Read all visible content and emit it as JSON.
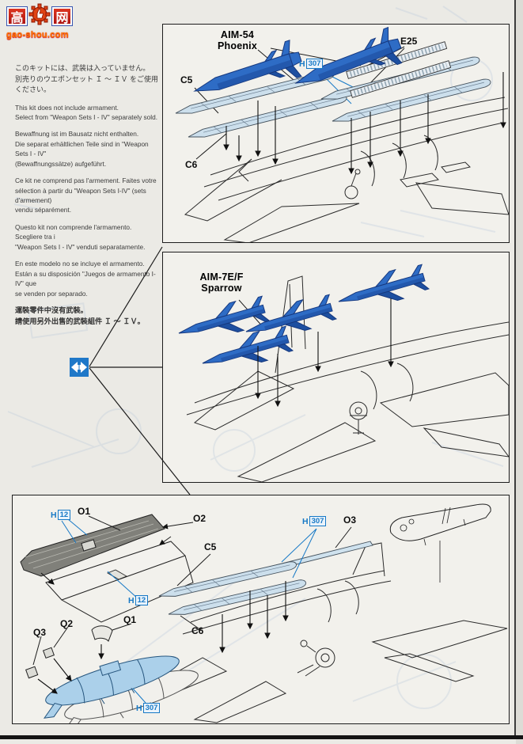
{
  "logo": {
    "char_left": "高",
    "char_right": "网",
    "domain": "gao-shou.com"
  },
  "notes": {
    "jp1": "このキットには、武装は入っていません。",
    "jp2": "別売りのウエポンセット Ｉ ～ ＩＶ をご使用ください。",
    "en1": "This kit does not include armament.",
    "en2": "Select from \"Weapon Sets I - IV\" separately  sold.",
    "de1": "Bewaffnung ist im Bausatz nicht enthalten.",
    "de2": "Die separat erhältlichen Teile sind in \"Weapon Sets I - IV\"",
    "de3": "(Bewaffnungssätze) aufgeführt.",
    "fr1": "Ce kit ne comprend pas l'armement. Faites votre",
    "fr2": "sélection à partir du \"Weapon Sets I-IV\" (sets d'armement)",
    "fr3": "vendu séparément.",
    "it1": "Questo kit non comprende l'armamento.    Scegliere tra i",
    "it2": "\"Weapon Sets I - IV\" venduti separatamente.",
    "es1": "En este modelo no se incluye el armamento.",
    "es2": "Están a su disposición \"Juegos de armamento I-IV\" que",
    "es3": "se venden por separado.",
    "zh1": "運裝零件中沒有武裝。",
    "zh2": "請使用另外出售的武裝組件 Ｉ ～ ＩＶ。"
  },
  "d1": {
    "title1": "AIM-54",
    "title2": "Phoenix",
    "c5": "C5",
    "c6": "C6",
    "e25": "E25",
    "h307_prefix": "H",
    "h307_num": "307"
  },
  "d2": {
    "title1": "AIM-7E/F",
    "title2": "Sparrow"
  },
  "d3": {
    "o1": "O1",
    "o2": "O2",
    "o3": "O3",
    "c5": "C5",
    "c6": "C6",
    "q1": "Q1",
    "q2": "Q2",
    "q3": "Q3",
    "h12_prefix": "H",
    "h12_num": "12",
    "h307_prefix": "H",
    "h307_num": "307"
  },
  "colors": {
    "missile_blue": "#2e6cc5",
    "rail_blue": "#ccdfec",
    "tank_blue": "#abd0ea",
    "label_blue": "#1779c6"
  }
}
